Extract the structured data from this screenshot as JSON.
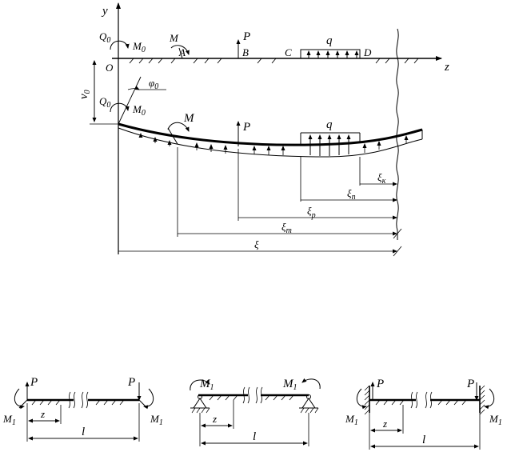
{
  "top": {
    "axis_y": "y",
    "axis_z": "z",
    "origin": "O",
    "Q0": "Q",
    "Q0_sub": "0",
    "M0": "M",
    "M0_sub": "0",
    "M": "M",
    "A": "A",
    "P": "P",
    "B": "B",
    "C": "C",
    "D": "D",
    "q": "q",
    "v0": "v",
    "v0_sub": "0",
    "phi0": "φ",
    "phi0_sub": "0",
    "Q0b": "Q",
    "Q0b_sub": "0",
    "M0b": "M",
    "M0b_sub": "0",
    "Mb": "M",
    "Pb": "P",
    "qb": "q",
    "xi_k": "ξ",
    "xi_k_sub": "κ",
    "xi_n": "ξ",
    "xi_n_sub": "n",
    "xi_p": "ξ",
    "xi_p_sub": "p",
    "xi_m": "ξ",
    "xi_m_sub": "m",
    "xi": "ξ"
  },
  "cases": [
    {
      "P_left": "P",
      "P_right": "P",
      "M_left": "M",
      "M_left_sub": "1",
      "M_right": "M",
      "M_right_sub": "1",
      "z": "z",
      "l": "l"
    },
    {
      "M_left": "M",
      "M_left_sub": "1",
      "M_right": "M",
      "M_right_sub": "1",
      "z": "z",
      "l": "l"
    },
    {
      "P_left": "P",
      "P_right": "P",
      "M_left": "M",
      "M_left_sub": "1",
      "M_right": "M",
      "M_right_sub": "1",
      "z": "z",
      "l": "l"
    }
  ]
}
